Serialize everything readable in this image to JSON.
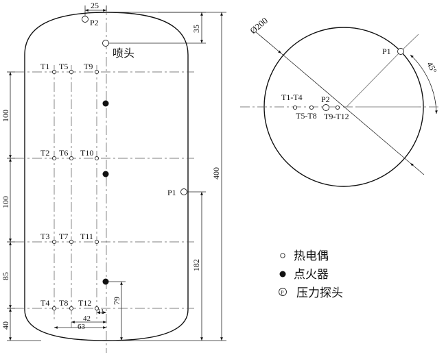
{
  "sensors": {
    "t1": "T1",
    "t2": "T2",
    "t3": "T3",
    "t4": "T4",
    "t5": "T5",
    "t6": "T6",
    "t7": "T7",
    "t8": "T8",
    "t9": "T9",
    "t10": "T10",
    "t11": "T11",
    "t12": "T12"
  },
  "probes": {
    "p1": "P1",
    "p2": "P2"
  },
  "nozzle_label": "喷头",
  "dimensions": {
    "d25": "25",
    "d35": "35",
    "d400": "400",
    "d100a": "100",
    "d100b": "100",
    "d85": "85",
    "d40": "40",
    "d182": "182",
    "d79": "79",
    "d42": "42",
    "d63": "63",
    "d11": "11",
    "d200": "Ø200",
    "angle": "45°"
  },
  "top_view": {
    "t1_t4": "T1-T4",
    "t5_t8": "T5-T8",
    "t9_t12": "T9-T12",
    "p1": "P1",
    "p2": "P2"
  },
  "legend": {
    "thermocouple": "热电偶",
    "igniter": "点火器",
    "pressure_probe": "压力探头",
    "p_symbol": "P"
  }
}
